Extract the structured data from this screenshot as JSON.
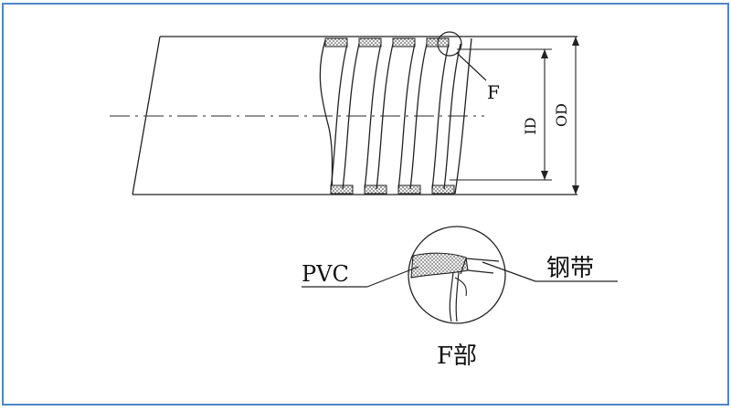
{
  "labels": {
    "f_marker": "F",
    "id_dim": "ID",
    "od_dim": "OD",
    "pvc": "PVC",
    "steel_strip": "钢带",
    "f_section": "F部"
  },
  "colors": {
    "frame_border": "#4f86c6",
    "line": "#222222",
    "pvc_fill": "#cfcfcf"
  }
}
